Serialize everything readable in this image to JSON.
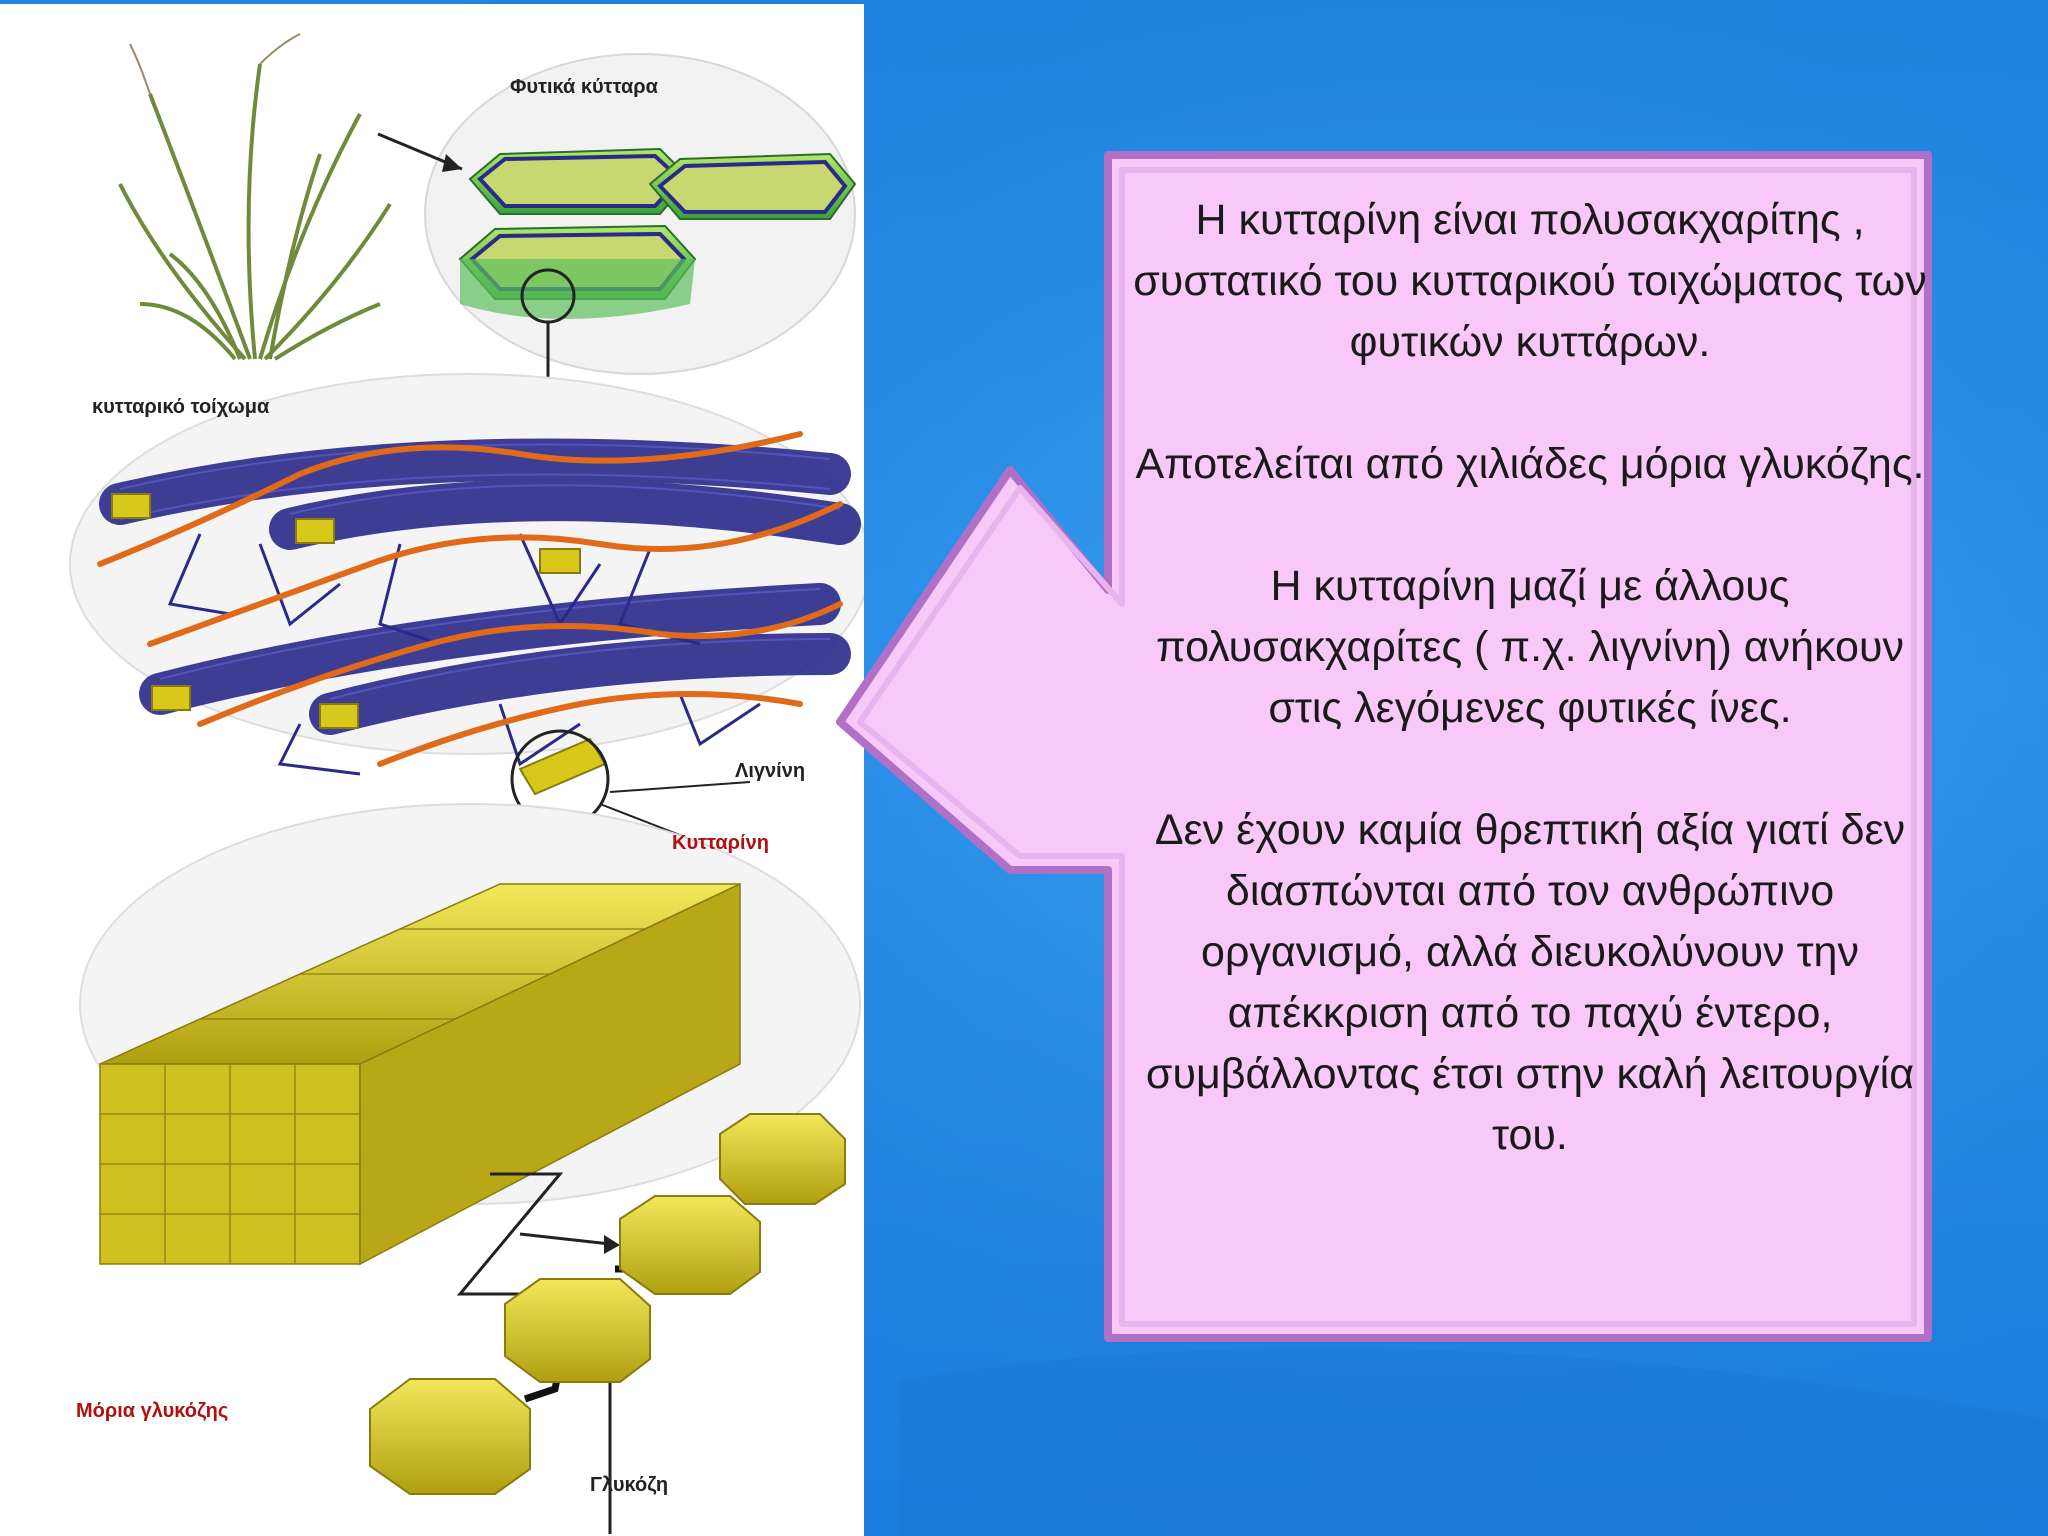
{
  "diagram": {
    "labels": {
      "plant_cells": "Φυτικά κύτταρα",
      "cell_wall": "κυτταρικό τοίχωμα",
      "lignin": "Λιγνίνη",
      "cellulose": "Κυτταρίνη",
      "glucose_molecules": "Μόρια γλυκόζης",
      "glucose": "Γλυκόζη"
    }
  },
  "callout": {
    "paragraphs": [
      "Η κυτταρίνη είναι πολυσακχαρίτης , συστατικό του κυτταρικού τοιχώματος των φυτικών κυττάρων.",
      "Αποτελείται από χιλιάδες μόρια γλυκόζης.",
      "Η κυτταρίνη μαζί με άλλους πολυσακχαρίτες ( π.χ. λιγνίνη) ανήκουν στις λεγόμενες φυτικές ίνες.",
      "Δεν έχουν καμία θρεπτική αξία γιατί δεν διασπώνται από τον ανθρώπινο οργανισμό, αλλά διευκολύνουν την απέκκριση από το παχύ έντερο, συμβάλλοντας έτσι στην καλή λειτουργία του."
    ]
  },
  "colors": {
    "background": "#1e88e5",
    "callout_fill": "#f8c8f8",
    "callout_border": "#b070c8",
    "fiber": "#2a2a8a",
    "lignin": "#e06a1a",
    "glucose": "#d8c81a"
  }
}
